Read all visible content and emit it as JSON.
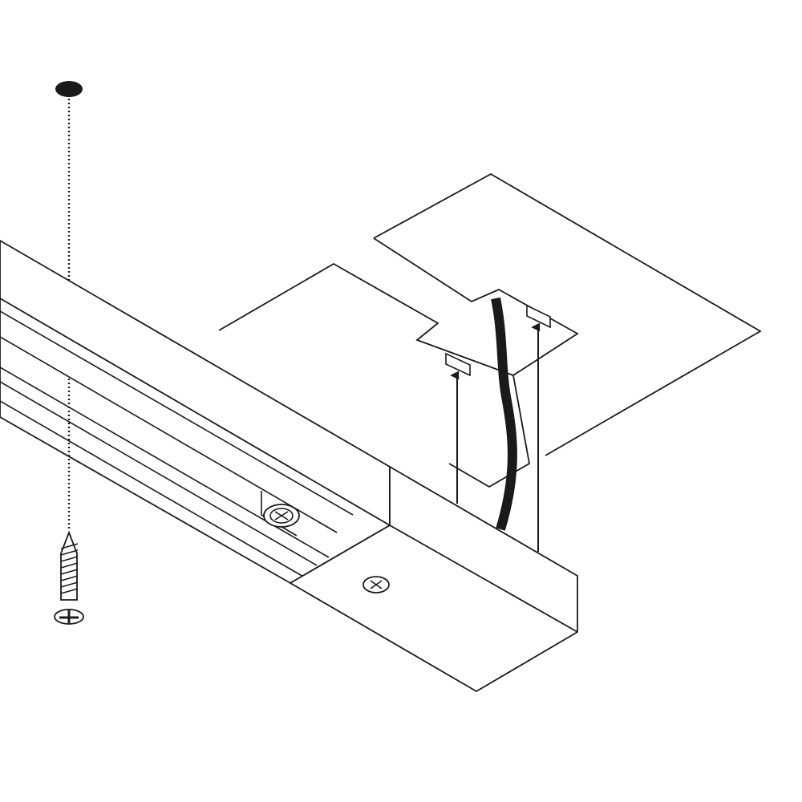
{
  "diagram": {
    "kind": "exploded installation diagram",
    "colors": {
      "background": "#ffffff",
      "line": "#1a1a1a",
      "cable": "#1a1a1a"
    },
    "parts": [
      "ceiling-panel-left",
      "ceiling-panel-right",
      "track-rail",
      "track-end-feed-box",
      "power-cable",
      "mounting-screw",
      "wall-plug",
      "track-set-screw",
      "feed-cover-screw"
    ],
    "labels": []
  }
}
